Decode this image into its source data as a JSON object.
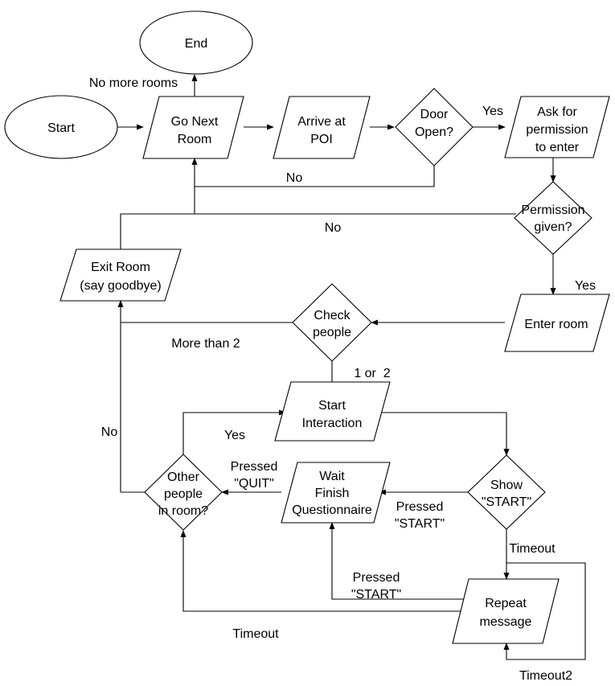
{
  "nodes": {
    "end": "End",
    "start": "Start",
    "go_next_room": [
      "Go Next",
      "Room"
    ],
    "arrive_poi": [
      "Arrive at",
      "POI"
    ],
    "door_open": [
      "Door",
      "Open?"
    ],
    "ask_permission": [
      "Ask for",
      "permission",
      "to enter"
    ],
    "permission_given": [
      "Permission",
      "given?"
    ],
    "exit_room": [
      "Exit Room",
      "(say goodbye)"
    ],
    "enter_room": "Enter room",
    "check_people": [
      "Check",
      "people"
    ],
    "start_interaction": [
      "Start",
      "Interaction"
    ],
    "other_people": [
      "Other",
      "people",
      "in room?"
    ],
    "wait_questionnaire": [
      "Wait",
      "Finish",
      "Questionnaire"
    ],
    "show_start": [
      "Show",
      "\"START\""
    ],
    "repeat_message": [
      "Repeat",
      "message"
    ]
  },
  "edges": {
    "no_more_rooms": "No more rooms",
    "door_yes": "Yes",
    "door_no": "No",
    "permission_no": "No",
    "permission_yes": "Yes",
    "more_than_2": "More than 2",
    "one_or_two": "1 or  2",
    "other_yes": "Yes",
    "other_no": "No",
    "pressed_quit": [
      "Pressed",
      "\"QUIT\""
    ],
    "pressed_start_show": [
      "Pressed",
      "\"START\""
    ],
    "timeout_show": "Timeout",
    "pressed_start_repeat": [
      "Pressed",
      "\"START\""
    ],
    "timeout_repeat": "Timeout",
    "timeout2": "Timeout2"
  }
}
